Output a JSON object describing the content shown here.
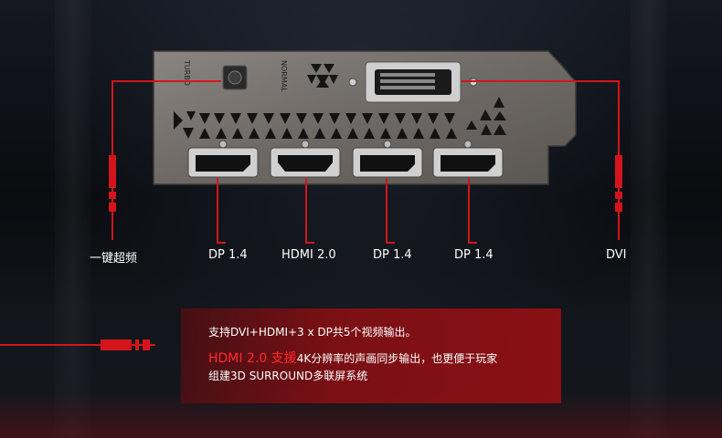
{
  "ports": {
    "turbo": "一键超频",
    "dp1": "DP 1.4",
    "hdmi": "HDMI 2.0",
    "dp2": "DP 1.4",
    "dp3": "DP 1.4",
    "dvi": "DVI"
  },
  "bracket_text": {
    "turbo": "TURBO",
    "normal": "NORMAL"
  },
  "info": {
    "line1": "支持DVI+HDMI+3 x DP共5个视频输出。",
    "line2_highlight": "HDMI 2.0 支援",
    "line2_rest": "4K分辨率的声画同步输出，也更便于玩家",
    "line3": "组建3D SURROUND多联屏系统"
  },
  "colors": {
    "accent_red": "#d4141b",
    "highlight_red": "#ff2a2a"
  }
}
